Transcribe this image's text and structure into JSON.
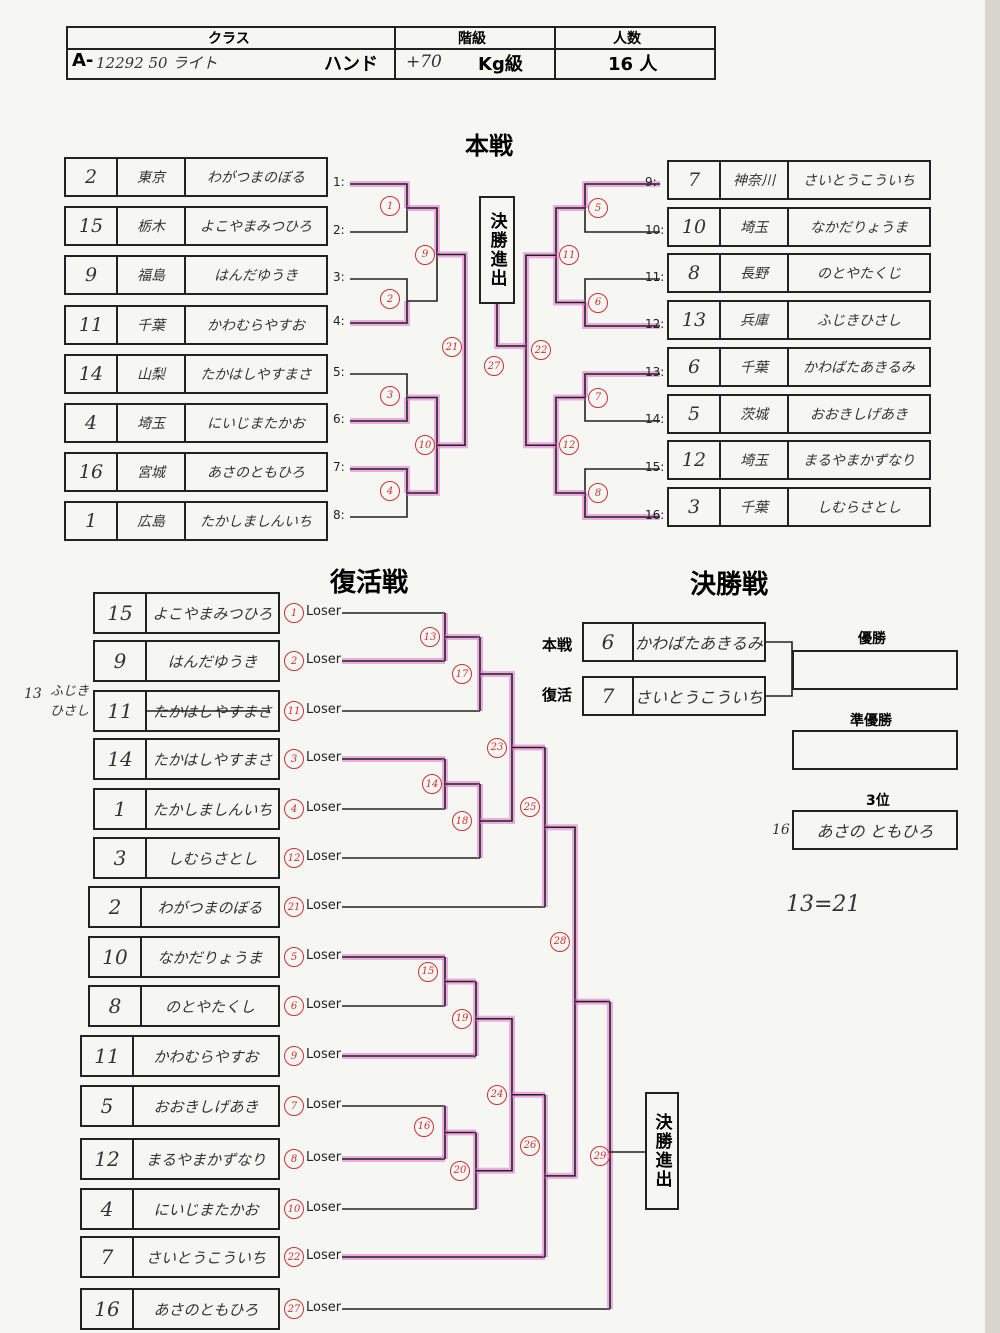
{
  "header": {
    "class_label": "クラス",
    "class_value_prefix": "A-",
    "class_value_hand": "12292 50 ライト",
    "hand_label": "ハンド",
    "grade_label": "階級",
    "grade_value_hand": "+70",
    "grade_unit": "Kg級",
    "count_label": "人数",
    "count_value": "16 人"
  },
  "main": {
    "title": "本戦",
    "left_players": [
      {
        "no": "2",
        "pref": "東京",
        "name": "わがつまのぼる"
      },
      {
        "no": "15",
        "pref": "栃木",
        "name": "よこやまみつひろ"
      },
      {
        "no": "9",
        "pref": "福島",
        "name": "はんだゆうき"
      },
      {
        "no": "11",
        "pref": "千葉",
        "name": "かわむらやすお"
      },
      {
        "no": "14",
        "pref": "山梨",
        "name": "たかはしやすまさ"
      },
      {
        "no": "4",
        "pref": "埼玉",
        "name": "にいじまたかお"
      },
      {
        "no": "16",
        "pref": "宮城",
        "name": "あさのともひろ"
      },
      {
        "no": "1",
        "pref": "広島",
        "name": "たかしましんいち"
      }
    ],
    "right_players": [
      {
        "no": "7",
        "pref": "神奈川",
        "name": "さいとうこういち"
      },
      {
        "no": "10",
        "pref": "埼玉",
        "name": "なかだりょうま"
      },
      {
        "no": "8",
        "pref": "長野",
        "name": "のとやたくじ"
      },
      {
        "no": "13",
        "pref": "兵庫",
        "name": "ふじきひさし"
      },
      {
        "no": "6",
        "pref": "千葉",
        "name": "かわばたあきるみ"
      },
      {
        "no": "5",
        "pref": "茨城",
        "name": "おおきしげあき"
      },
      {
        "no": "12",
        "pref": "埼玉",
        "name": "まるやまかずなり"
      },
      {
        "no": "3",
        "pref": "千葉",
        "name": "しむらさとし"
      }
    ],
    "left_slots": [
      "1:",
      "2:",
      "3:",
      "4:",
      "5:",
      "6:",
      "7:",
      "8:"
    ],
    "right_slots": [
      "9:",
      "10:",
      "11:",
      "12:",
      "13:",
      "14:",
      "15:",
      "16:"
    ],
    "match_numbers": [
      "1",
      "2",
      "3",
      "4",
      "5",
      "6",
      "7",
      "8",
      "9",
      "10",
      "11",
      "12",
      "21",
      "22",
      "27"
    ],
    "finals_advance_label": "決勝進出"
  },
  "repechage": {
    "title": "復活戦",
    "loser_word": "Loser",
    "rows": [
      {
        "no": "15",
        "name": "よこやまみつひろ",
        "ref": "1"
      },
      {
        "no": "9",
        "name": "はんだゆうき",
        "ref": "2"
      },
      {
        "no": "11",
        "name": "たかはしやすまさ",
        "ref": "11"
      },
      {
        "no": "14",
        "name": "たかはしやすまさ",
        "ref": "3"
      },
      {
        "no": "1",
        "name": "たかしましんいち",
        "ref": "4"
      },
      {
        "no": "3",
        "name": "しむらさとし",
        "ref": "12"
      },
      {
        "no": "2",
        "name": "わがつまのぼる",
        "ref": "21"
      },
      {
        "no": "10",
        "name": "なかだりょうま",
        "ref": "5"
      },
      {
        "no": "8",
        "name": "のとやたくし",
        "ref": "6"
      },
      {
        "no": "11",
        "name": "かわむらやすお",
        "ref": "9"
      },
      {
        "no": "5",
        "name": "おおきしげあき",
        "ref": "7"
      },
      {
        "no": "12",
        "name": "まるやまかずなり",
        "ref": "8"
      },
      {
        "no": "4",
        "name": "にいじまたかお",
        "ref": "10"
      },
      {
        "no": "7",
        "name": "さいとうこういち",
        "ref": "22"
      },
      {
        "no": "16",
        "name": "あさのともひろ",
        "ref": "27"
      }
    ],
    "side_note_no": "13",
    "side_note_name": "ふじき ひさし",
    "match_numbers": [
      "13",
      "14",
      "15",
      "16",
      "17",
      "18",
      "19",
      "20",
      "23",
      "24",
      "25",
      "26",
      "28",
      "29"
    ],
    "finals_advance_label": "決勝進出"
  },
  "final": {
    "title": "決勝戦",
    "main_label": "本戦",
    "main_no": "6",
    "main_name": "かわばたあきるみ",
    "rep_label": "復活",
    "rep_no": "7",
    "rep_name": "さいとうこういち",
    "winner_label": "優勝",
    "runner_label": "準優勝",
    "third_label": "3位",
    "third_no": "16",
    "third_name": "あさの ともひろ",
    "note": "13=21"
  },
  "colors": {
    "pink": "#e36fd0",
    "ink": "#222222",
    "red": "#cc3333"
  }
}
